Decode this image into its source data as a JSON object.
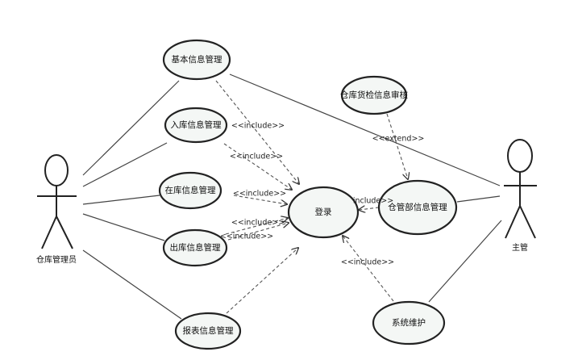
{
  "actors": [
    {
      "id": "warehouse-manager",
      "label": "仓库管理员"
    },
    {
      "id": "supervisor",
      "label": "主管"
    }
  ],
  "use_cases": [
    {
      "id": "basic-info",
      "label": "基本信息管理"
    },
    {
      "id": "inbound-info",
      "label": "入库信息管理"
    },
    {
      "id": "stock-info",
      "label": "在库信息管理"
    },
    {
      "id": "outbound-info",
      "label": "出库信息管理"
    },
    {
      "id": "report-info",
      "label": "报表信息管理"
    },
    {
      "id": "login",
      "label": "登录"
    },
    {
      "id": "inspection-review",
      "label": "仓库货检信息审核"
    },
    {
      "id": "warehouse-dept-info",
      "label": "仓管部信息管理"
    },
    {
      "id": "system-maintenance",
      "label": "系统维护"
    }
  ],
  "relations": [
    {
      "id": "rel-basic-include",
      "label": "<<include>>"
    },
    {
      "id": "rel-inbound-include",
      "label": "<<include>>"
    },
    {
      "id": "rel-stock-include",
      "label": "<<include>>"
    },
    {
      "id": "rel-outbound-include-a",
      "label": "<<include>>"
    },
    {
      "id": "rel-outbound-include-b",
      "label": "<<include>>"
    },
    {
      "id": "rel-dept-include",
      "label": "include>>"
    },
    {
      "id": "rel-review-extend",
      "label": "<<extend>>"
    },
    {
      "id": "rel-maintenance-include",
      "label": "<<include>>"
    }
  ]
}
